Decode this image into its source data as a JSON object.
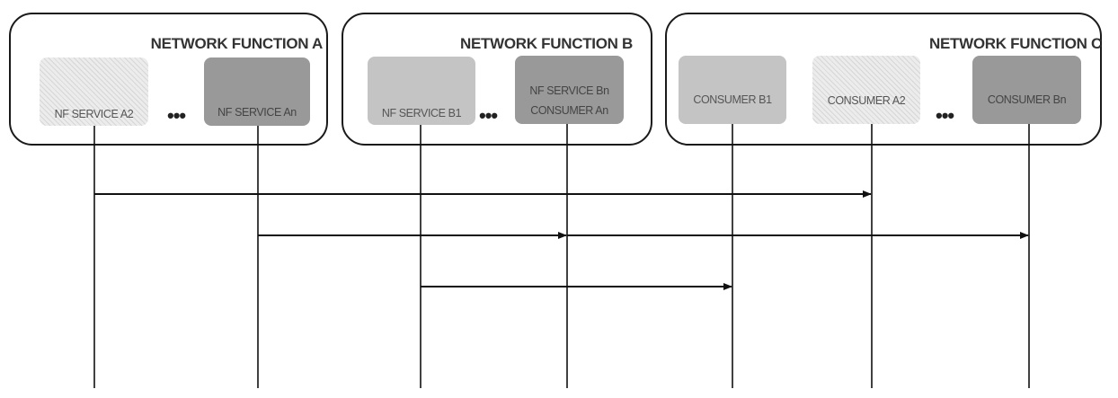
{
  "network_functions": [
    {
      "id": "A",
      "title": "NETWORK FUNCTION A"
    },
    {
      "id": "B",
      "title": "NETWORK FUNCTION B"
    },
    {
      "id": "C",
      "title": "NETWORK FUNCTION C"
    }
  ],
  "services": [
    {
      "id": "a2",
      "lines": [
        "NF SERVICE A2"
      ],
      "style": "hatched"
    },
    {
      "id": "an",
      "lines": [
        "NF SERVICE An"
      ],
      "style": "dark"
    },
    {
      "id": "b1",
      "lines": [
        "NF SERVICE B1"
      ],
      "style": "light"
    },
    {
      "id": "bn",
      "lines": [
        "NF SERVICE Bn",
        "CONSUMER An"
      ],
      "style": "dark"
    },
    {
      "id": "cb1",
      "lines": [
        "CONSUMER B1"
      ],
      "style": "light"
    },
    {
      "id": "ca2",
      "lines": [
        "CONSUMER A2"
      ],
      "style": "hatched"
    },
    {
      "id": "cbn",
      "lines": [
        "CONSUMER Bn"
      ],
      "style": "dark"
    }
  ],
  "ellipsis": "•••",
  "messages": [
    {
      "from": "a2",
      "to": "ca2"
    },
    {
      "from": "an",
      "to": "bn"
    },
    {
      "from": "bn",
      "to": "cbn"
    },
    {
      "from": "b1",
      "to": "cb1"
    }
  ],
  "colors": {
    "border": "#1a1a1a",
    "dark_box": "#999999",
    "light_box": "#c4c4c4",
    "hatched_box": "#ececec",
    "line": "#111111"
  }
}
